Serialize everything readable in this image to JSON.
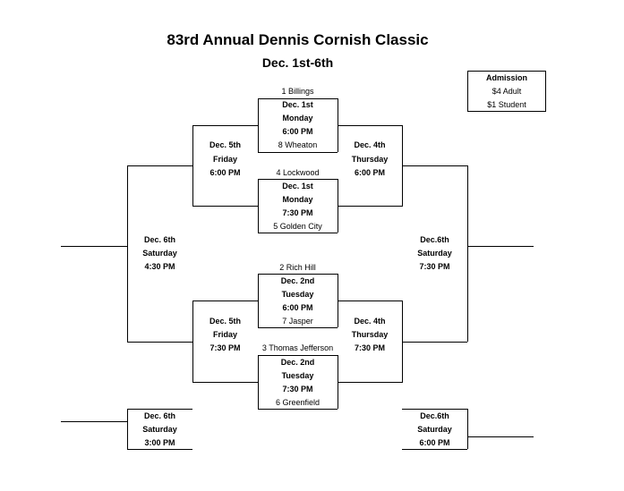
{
  "title": "83rd Annual Dennis Cornish Classic",
  "subtitle": "Dec. 1st-6th",
  "admission": {
    "heading": "Admission",
    "adult": "$4 Adult",
    "student": "$1 Student"
  },
  "first_round": [
    {
      "team_top": "1 Billings",
      "date": "Dec. 1st",
      "day": "Monday",
      "time": "6:00 PM",
      "team_bottom": "8 Wheaton"
    },
    {
      "team_top": "4 Lockwood",
      "date": "Dec. 1st",
      "day": "Monday",
      "time": "7:30 PM",
      "team_bottom": "5 Golden City"
    },
    {
      "team_top": "2 Rich Hill",
      "date": "Dec. 2nd",
      "day": "Tuesday",
      "time": "6:00 PM",
      "team_bottom": "7 Jasper"
    },
    {
      "team_top": "3 Thomas Jefferson",
      "date": "Dec. 2nd",
      "day": "Tuesday",
      "time": "7:30 PM",
      "team_bottom": "6 Greenfield"
    }
  ],
  "consolation_semis": [
    {
      "date": "Dec. 5th",
      "day": "Friday",
      "time": "6:00 PM"
    },
    {
      "date": "Dec. 5th",
      "day": "Friday",
      "time": "7:30 PM"
    }
  ],
  "winner_semis": [
    {
      "date": "Dec. 4th",
      "day": "Thursday",
      "time": "6:00 PM"
    },
    {
      "date": "Dec. 4th",
      "day": "Thursday",
      "time": "7:30 PM"
    }
  ],
  "left_final": {
    "date": "Dec. 6th",
    "day": "Saturday",
    "time": "4:30 PM"
  },
  "right_final": {
    "date": "Dec.6th",
    "day": "Saturday",
    "time": "7:30 PM"
  },
  "left_bottom": {
    "date": "Dec. 6th",
    "day": "Saturday",
    "time": "3:00 PM"
  },
  "right_bottom": {
    "date": "Dec.6th",
    "day": "Saturday",
    "time": "6:00 PM"
  }
}
